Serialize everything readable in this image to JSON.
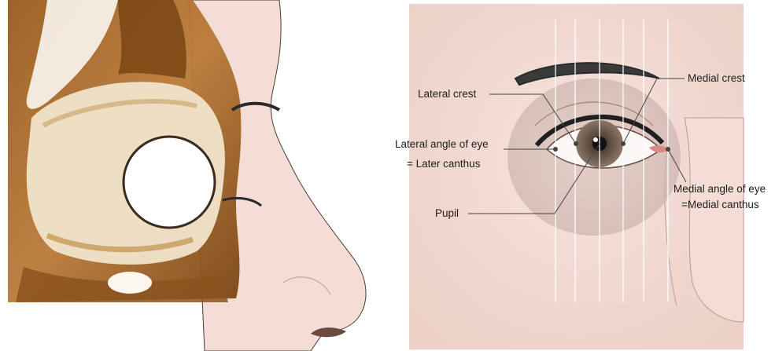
{
  "panels": {
    "left": {
      "name": "sagittal-section-orbit-illustration"
    },
    "right": {
      "name": "frontal-eye-illustration"
    }
  },
  "labels": {
    "medial_crest": "Medial crest",
    "lateral_crest": "Lateral crest",
    "lateral_angle_line1": "Lateral angle of eye",
    "lateral_angle_line2": "= Later canthus",
    "medial_angle_line1": "Medial angle of eye",
    "medial_angle_line2": "=Medial canthus",
    "pupil": "Pupil"
  },
  "colors": {
    "skin": "#f4dfd8",
    "skin_shadow": "#e8c8bd",
    "bone_brown": "#a8672a",
    "tissue_cream": "#efe3c8",
    "iris": "#6b5a4f",
    "leader_line": "#444444",
    "guide_line": "#ffffff"
  }
}
